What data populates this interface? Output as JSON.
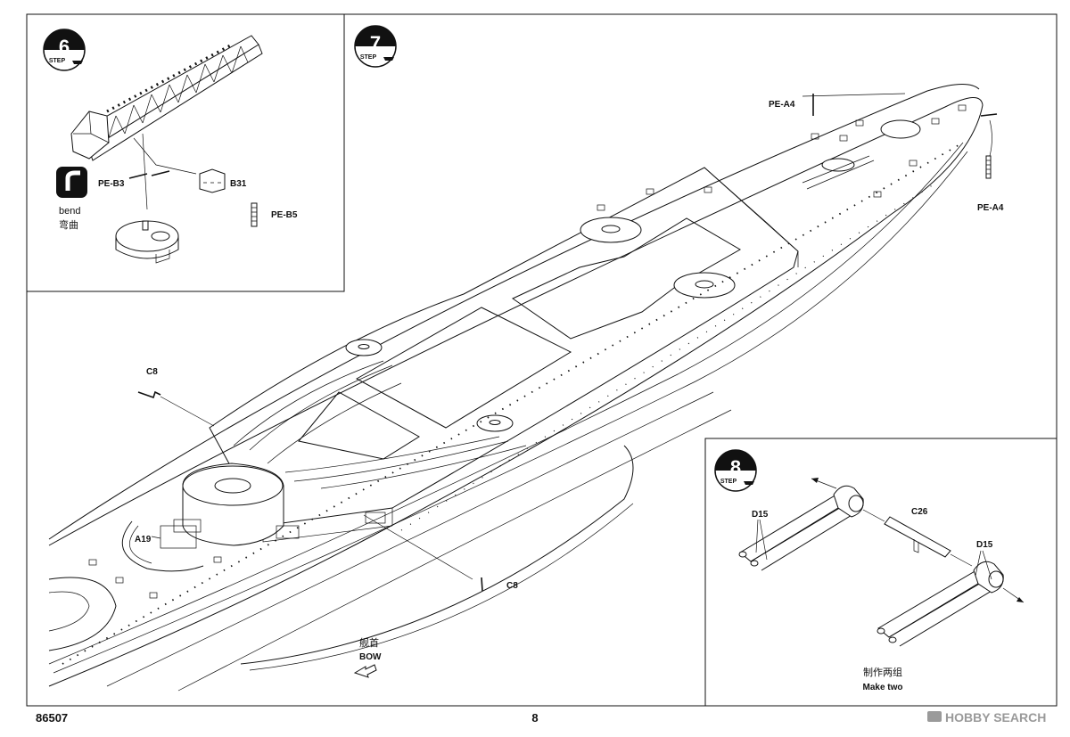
{
  "footer": {
    "code": "86507",
    "page": "8",
    "watermark": "HOBBY SEARCH"
  },
  "step6": {
    "number": "6",
    "label": "STEP",
    "parts": {
      "pe_b3": "PE-B3",
      "b31": "B31",
      "pe_b5": "PE-B5"
    },
    "bend": {
      "en": "bend",
      "cn": "弯曲"
    }
  },
  "step7": {
    "number": "7",
    "label": "STEP",
    "parts": {
      "pe_a4_top": "PE-A4",
      "pe_a4_right": "PE-A4",
      "c8_left": "C8",
      "c8_bottom": "C8",
      "a19": "A19"
    },
    "bow": {
      "cn": "舰首",
      "en": "BOW"
    }
  },
  "step8": {
    "number": "8",
    "label": "STEP",
    "parts": {
      "d15_left": "D15",
      "c26": "C26",
      "d15_right": "D15"
    },
    "make_two": {
      "cn": "制作两组",
      "en": "Make two"
    }
  }
}
